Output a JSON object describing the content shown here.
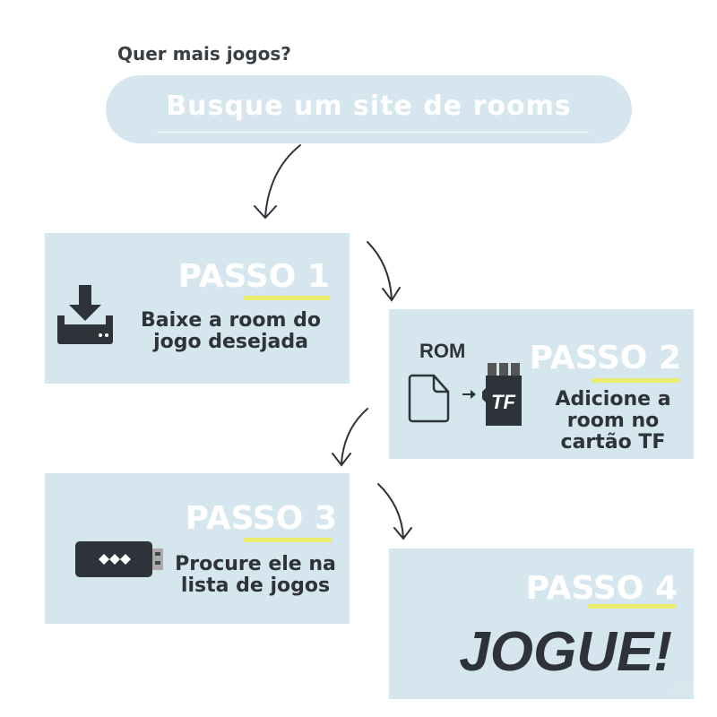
{
  "header": {
    "question": "Quer mais jogos?",
    "pill_text": "Busque um site de rooms"
  },
  "steps": [
    {
      "title": "PASSO 1",
      "text_lines": [
        "Baixe a room do",
        "jogo desejada"
      ],
      "icon": "download-icon"
    },
    {
      "title": "PASSO 2",
      "text_lines": [
        "Adicione a",
        "room no",
        "cartão TF"
      ],
      "icon_label": "ROM",
      "card_label": "TF"
    },
    {
      "title": "PASSO 3",
      "text_lines": [
        "Procure ele na",
        "lista de jogos"
      ],
      "icon": "usb-stick-icon"
    },
    {
      "title": "PASSO 4",
      "text": "JOGUE!"
    }
  ],
  "watermark": "INTER",
  "colors": {
    "panel": "#d5e6ef",
    "text": "#2d3338",
    "underline": "#e9ec6c"
  }
}
